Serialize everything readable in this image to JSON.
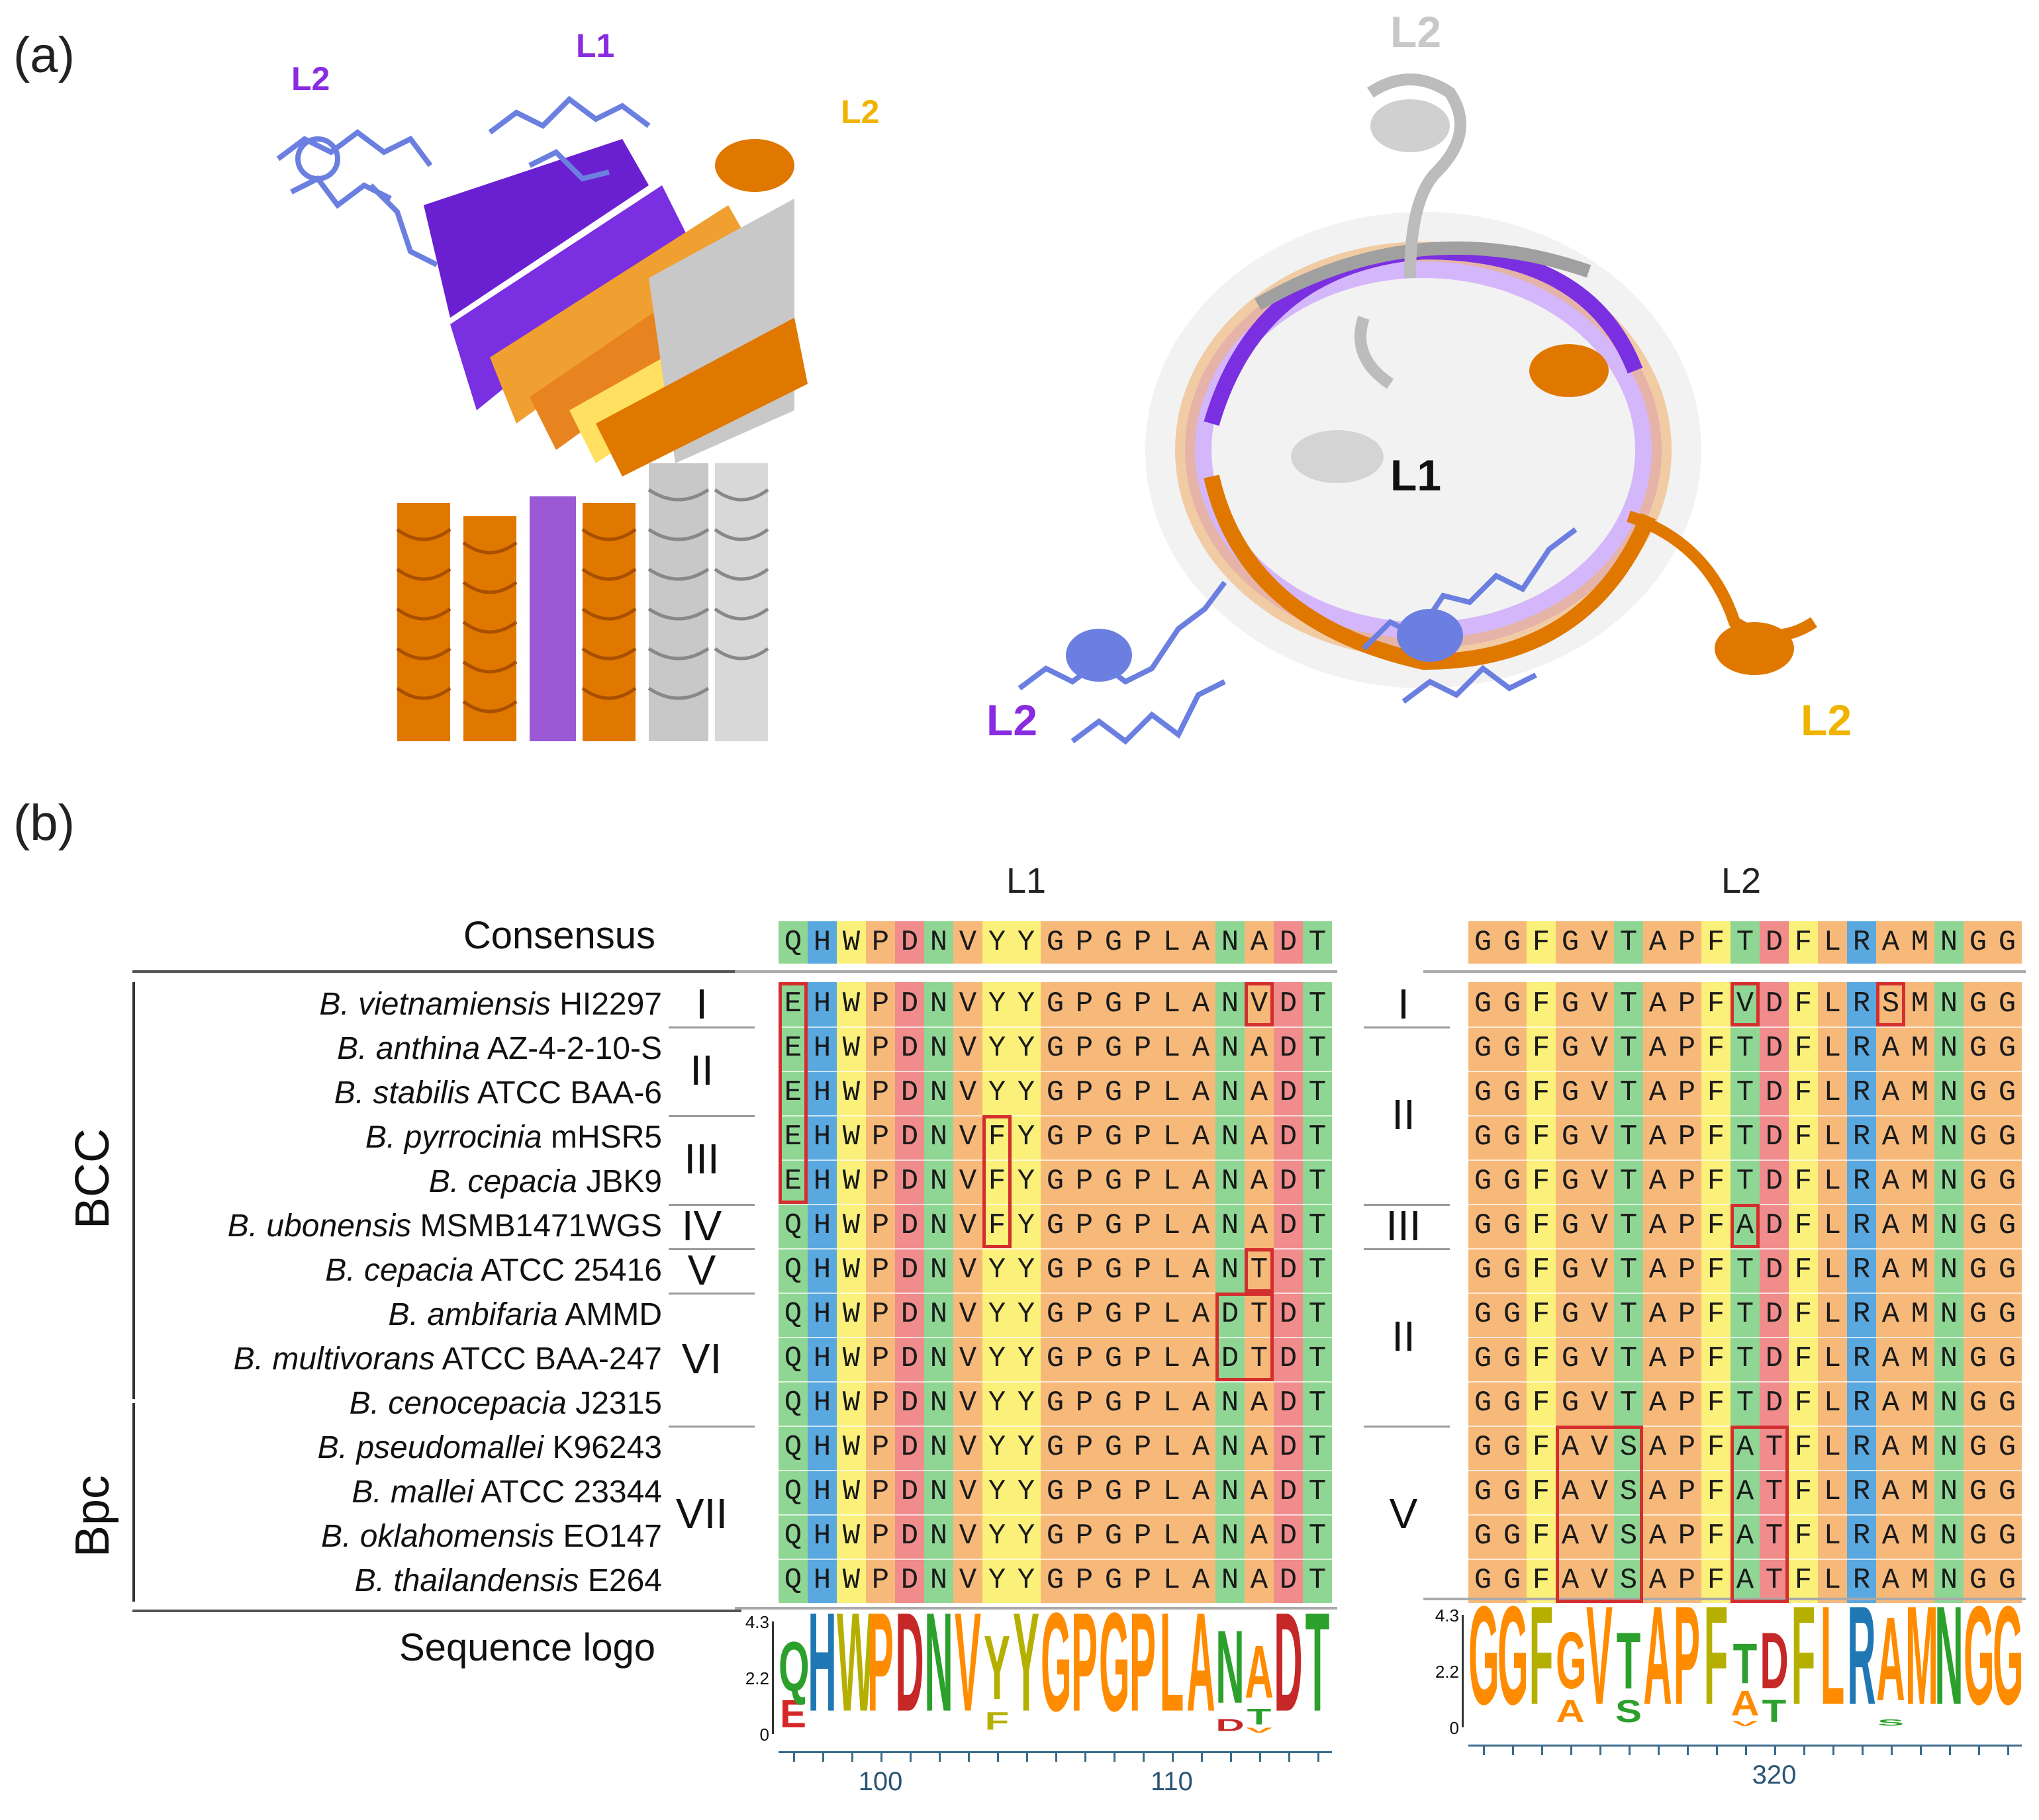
{
  "panel_a": {
    "tag": "(a)",
    "side_view_labels": {
      "l2_left": "L2",
      "l1": "L1",
      "l2_right": "L2"
    },
    "top_view_labels": {
      "l2_top": "L2",
      "l1": "L1",
      "l2_left": "L2",
      "l2_right": "L2"
    }
  },
  "panel_b": {
    "tag": "(b)",
    "l1_header": "L1",
    "l2_header": "L2",
    "consensus_label": "Consensus",
    "logo_label": "Sequence logo",
    "bcc_label": "BCC",
    "bpc_label": "Bpc",
    "species": [
      {
        "genus": "B. vietnamiensis",
        "strain": "HI2297"
      },
      {
        "genus": "B. anthina",
        "strain": "AZ-4-2-10-S"
      },
      {
        "genus": "B. stabilis",
        "strain": "ATCC BAA-6"
      },
      {
        "genus": "B. pyrrocinia",
        "strain": "mHSR5"
      },
      {
        "genus": "B. cepacia",
        "strain": "JBK9"
      },
      {
        "genus": "B. ubonensis",
        "strain": "MSMB1471WGS"
      },
      {
        "genus": "B. cepacia",
        "strain": "ATCC 25416"
      },
      {
        "genus": "B. ambifaria",
        "strain": "AMMD"
      },
      {
        "genus": "B. multivorans",
        "strain": "ATCC BAA-247"
      },
      {
        "genus": "B. cenocepacia",
        "strain": "J2315"
      },
      {
        "genus": "B. pseudomallei",
        "strain": "K96243"
      },
      {
        "genus": "B. mallei",
        "strain": "ATCC 23344"
      },
      {
        "genus": "B. oklahomensis",
        "strain": "EO147"
      },
      {
        "genus": "B. thailandensis",
        "strain": "E264"
      }
    ],
    "l1_groups": [
      "I",
      "II",
      "III",
      "IV",
      "V",
      "VI",
      "VII"
    ],
    "l2_groups": [
      "I",
      "II",
      "III",
      "II",
      "V"
    ],
    "l1_consensus": "QHWPDNVYYGPGPLANADT",
    "l2_consensus": "GGFGVTAPFTDFLRAMNGG",
    "l1_seqs": [
      "EHWPDNVYYGPGPLANVDT",
      "EHWPDNVYYGPGPLANADT",
      "EHWPDNVYYGPGPLANADT",
      "EHWPDNVFYGPGPLANADT",
      "EHWPDNVFYGPGPLANADT",
      "QHWPDNVFYGPGPLANADT",
      "QHWPDNVYYGPGPLANTDT",
      "QHWPDNVYYGPGPLADTDT",
      "QHWPDNVYYGPGPLADTDT",
      "QHWPDNVYYGPGPLANADT",
      "QHWPDNVYYGPGPLANADT",
      "QHWPDNVYYGPGPLANADT",
      "QHWPDNVYYGPGPLANADT",
      "QHWPDNVYYGPGPLANADT"
    ],
    "l2_seqs": [
      "GGFGVTAPFVDFLRSMNGG",
      "GGFGVTAPFTDFLRAMNGG",
      "GGFGVTAPFTDFLRAMNGG",
      "GGFGVTAPFTDFLRAMNGG",
      "GGFGVTAPFTDFLRAMNGG",
      "GGFGVTAPFADFLRAMNGG",
      "GGFGVTAPFTDFLRAMNGG",
      "GGFGVTAPFTDFLRAMNGG",
      "GGFGVTAPFTDFLRAMNGG",
      "GGFGVTAPFTDFLRAMNGG",
      "GGFAVSAPFATFLRAMNGG",
      "GGFAVSAPFATFLRAMNGG",
      "GGFAVSAPFATFLRAMNGG",
      "GGFAVSAPFATFLRAMNGG"
    ],
    "column_colors": {
      "l1": [
        "#8fd694",
        "#5aa8e0",
        "#fbf07a",
        "#f7b97a",
        "#f08c8c",
        "#8fd694",
        "#f7b97a",
        "#fbf07a",
        "#fbf07a",
        "#f7b97a",
        "#f7b97a",
        "#f7b97a",
        "#f7b97a",
        "#f7b97a",
        "#f7b97a",
        "#8fd694",
        "#f7b97a",
        "#f08c8c",
        "#8fd694"
      ],
      "l2": [
        "#f7b97a",
        "#f7b97a",
        "#fbf07a",
        "#f7b97a",
        "#f7b97a",
        "#8fd694",
        "#f7b97a",
        "#f7b97a",
        "#fbf07a",
        "#8fd694",
        "#f08c8c",
        "#fbf07a",
        "#f7b97a",
        "#5aa8e0",
        "#f7b97a",
        "#f7b97a",
        "#8fd694",
        "#f7b97a",
        "#f7b97a"
      ]
    },
    "l1_axis": {
      "yticks": [
        "4.3",
        "2.2",
        "0"
      ],
      "xticks": [
        "100",
        "110"
      ]
    },
    "l2_axis": {
      "yticks": [
        "4.3",
        "2.2",
        "0"
      ],
      "xticks": [
        "320"
      ]
    }
  }
}
